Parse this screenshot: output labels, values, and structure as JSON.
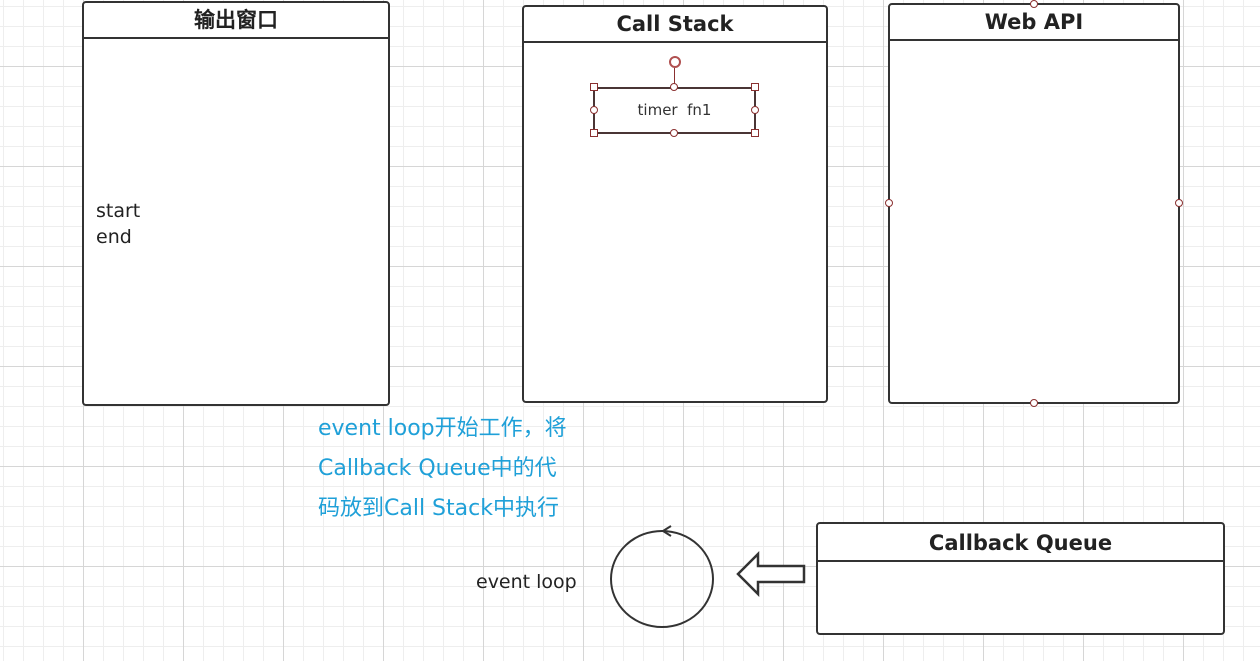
{
  "output": {
    "title": "输出窗口",
    "lines": [
      "start",
      "end"
    ]
  },
  "call_stack": {
    "title": "Call Stack",
    "frame_label": "timer  fn1"
  },
  "web_api": {
    "title": "Web API"
  },
  "callback_queue": {
    "title": "Callback Queue"
  },
  "annotation": {
    "lines": [
      "event loop开始工作，将",
      "Callback Queue中的代",
      "码放到Call Stack中执行"
    ]
  },
  "event_loop": {
    "label": "event loop"
  },
  "colors": {
    "border": "#333333",
    "annotation_text": "#1fa0d8",
    "selection_handle": "#8a3030",
    "grid_major": "#d6d6d6",
    "grid_minor": "#eeeeee"
  }
}
